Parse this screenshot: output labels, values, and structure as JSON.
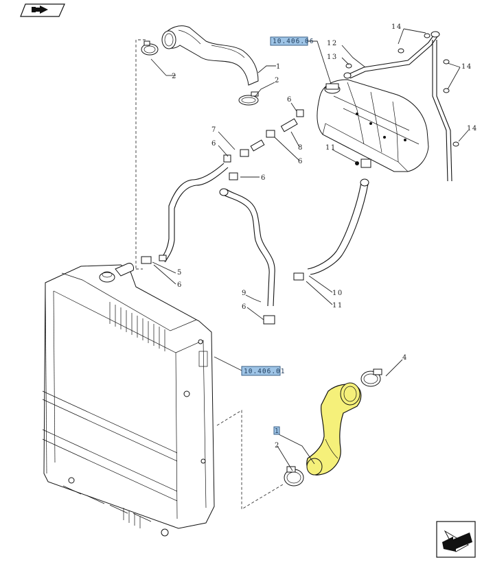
{
  "references": {
    "expansion_tank_ref": "10.406.06",
    "radiator_ref": "10.406.01",
    "highlighted_hose_ref": "1"
  },
  "callouts": {
    "upper_hose": "1",
    "upper_clamp_right": "2",
    "upper_clamp_left": "2",
    "lower_clamp": "2",
    "lower_clamp_right": "4",
    "radiator_fitting": "5",
    "fit_6a": "6",
    "fit_6b": "6",
    "fit_6c": "6",
    "fit_6d": "6",
    "fit_6e": "6",
    "fit_6f": "6",
    "fit_7": "7",
    "fit_8": "8",
    "hose_9": "9",
    "hose_10": "10",
    "fit_11a": "11",
    "fit_11b": "11",
    "pipe_12": "12",
    "fit_13": "13",
    "pipe_14a": "14",
    "pipe_14b": "14",
    "pipe_14c": "14"
  },
  "highlight_color": "#f5f07a",
  "icons": {
    "top_left": "return-arrow-icon",
    "bottom_right": "next-page-arrow-icon"
  }
}
